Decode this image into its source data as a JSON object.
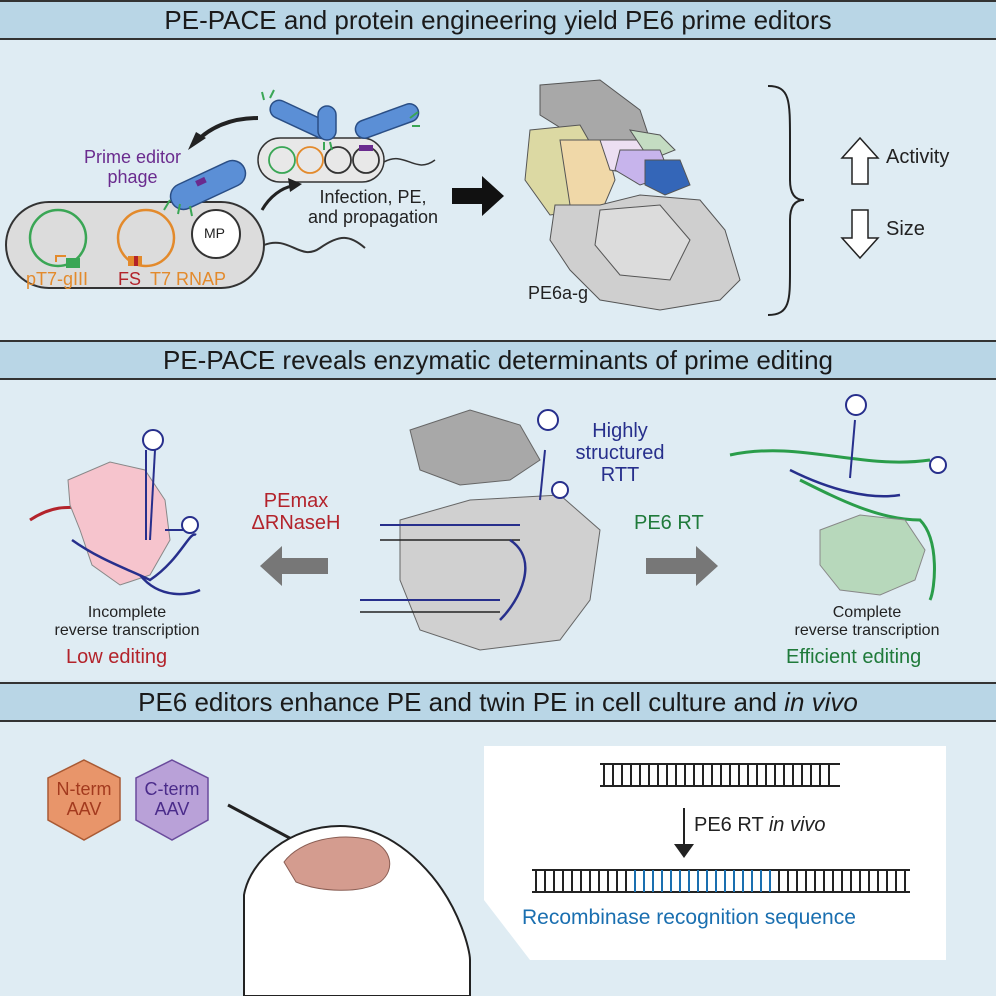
{
  "headers": {
    "h1": "PE-PACE and protein engineering yield PE6 prime editors",
    "h2": "PE-PACE reveals enzymatic determinants of prime editing",
    "h3_main": "PE6 editors enhance PE and twin PE in cell culture and ",
    "h3_italic": "in vivo"
  },
  "panel1": {
    "phage_label_1": "Prime editor",
    "phage_label_2": "phage",
    "mp": "MP",
    "ptt7": "pT7-gIII",
    "fs": "FS",
    "t7rnap": "T7 RNAP",
    "infection_1": "Infection, PE,",
    "infection_2": "and propagation",
    "pe6ag": "PE6a-g",
    "activity": "Activity",
    "size": "Size"
  },
  "panel2": {
    "highly_1": "Highly",
    "highly_2": "structured",
    "highly_3": "RTT",
    "pemax": "PEmax",
    "drnaseh": "ΔRNaseH",
    "pe6rt": "PE6 RT",
    "incomplete_1": "Incomplete",
    "incomplete_2": "reverse transcription",
    "low": "Low editing",
    "complete_1": "Complete",
    "complete_2": "reverse transcription",
    "efficient": "Efficient editing"
  },
  "panel3": {
    "nterm_1": "N-term",
    "nterm_2": "AAV",
    "cterm_1": "C-term",
    "cterm_2": "AAV",
    "pe6rt": "PE6 RT ",
    "invivo": "in vivo",
    "recombinase": "Recombinase recognition sequence"
  },
  "colors": {
    "red": "#b3232b",
    "green": "#1f7a3a",
    "navy": "#272f8c",
    "orange": "#e38a2c",
    "purple": "#6a2b8e",
    "blue": "#1a6fb0"
  }
}
